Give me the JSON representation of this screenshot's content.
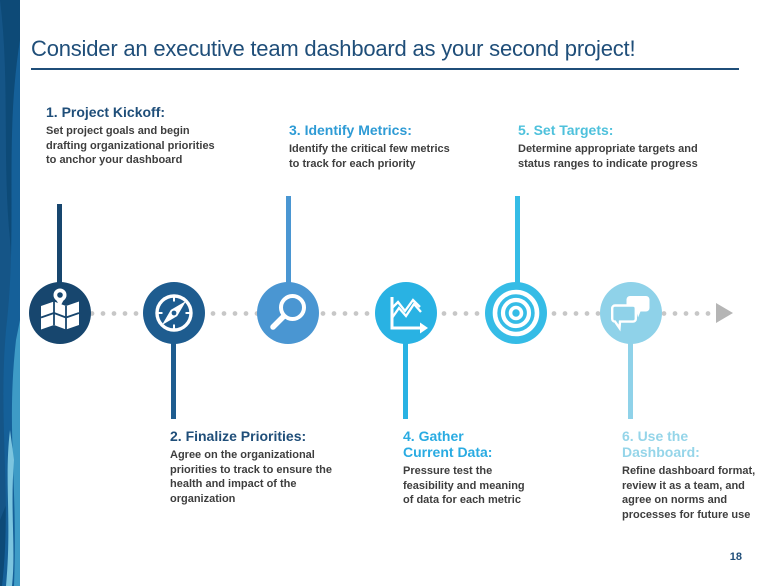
{
  "slide": {
    "title": "Consider an executive team dashboard as your second project!",
    "page_number": "18"
  },
  "steps": [
    {
      "heading": "1. Project Kickoff:",
      "body": "Set project goals and begin drafting organizational priorities to anchor your dashboard",
      "icon": "map-pin-icon",
      "accent_color": "#17466E",
      "heading_color": "#1F4E79",
      "row": "top"
    },
    {
      "heading": "2. Finalize Priorities:",
      "body": "Agree on the organizational priorities to track to ensure the health and impact of the organization",
      "icon": "compass-icon",
      "accent_color": "#1E5C8F",
      "heading_color": "#1F4E79",
      "row": "bottom"
    },
    {
      "heading": "3. Identify Metrics:",
      "body": "Identify the critical few metrics to track for each priority",
      "icon": "magnifier-icon",
      "accent_color": "#4A96D2",
      "heading_color": "#2E9BD5",
      "row": "top"
    },
    {
      "heading": "4. Gather Current Data:",
      "body": "Pressure test the feasibility and meaning of data for each metric",
      "icon": "line-chart-icon",
      "accent_color": "#29B2E3",
      "heading_color": "#29ABE2",
      "row": "bottom"
    },
    {
      "heading": "5. Set Targets:",
      "body": "Determine appropriate targets and status ranges to indicate progress",
      "icon": "target-icon",
      "accent_color": "#35BCE6",
      "heading_color": "#4EC1DC",
      "row": "top"
    },
    {
      "heading": "6. Use the Dashboard:",
      "body": "Refine dashboard format, review it as a team, and agree on norms and processes for future use",
      "icon": "speech-bubbles-icon",
      "accent_color": "#8FD2E9",
      "heading_color": "#95D5E9",
      "row": "bottom"
    }
  ],
  "timeline": {
    "dot_color": "#C7C7C7",
    "arrow_color": "#B5B5B5"
  },
  "colors": {
    "title_text": "#1F4E79",
    "title_underline": "#1F4E79",
    "body_text": "#3E3E3E",
    "sidebar_base": "#0D4A77",
    "sidebar_curve_mid": "#156099",
    "sidebar_curve_light": "#3E9BC6",
    "sidebar_curve_pale": "#7CC5DF",
    "page_number": "#1F4E79"
  }
}
